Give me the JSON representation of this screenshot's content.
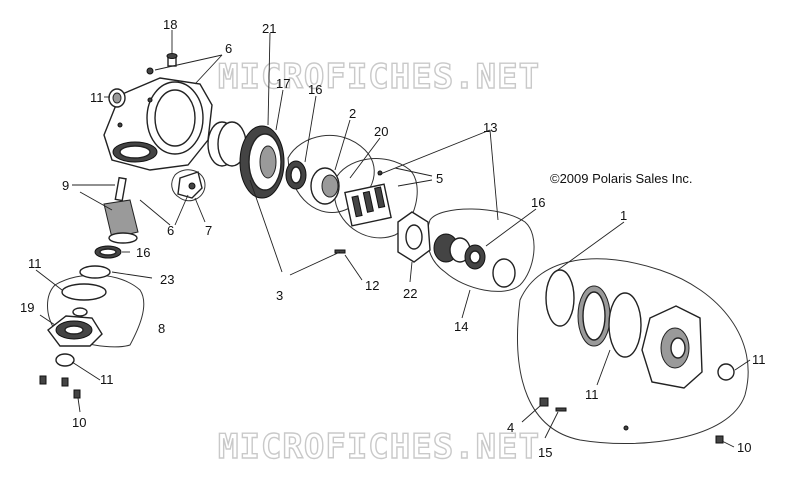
{
  "copyright": "©2009 Polaris Sales Inc.",
  "watermark": "MICROFICHES.NET",
  "callouts": [
    "18",
    "6",
    "21",
    "11",
    "17",
    "16",
    "2",
    "20",
    "13",
    "5",
    "9",
    "6",
    "7",
    "16",
    "1",
    "11",
    "16",
    "23",
    "3",
    "12",
    "22",
    "14",
    "19",
    "8",
    "11",
    "11",
    "10",
    "4",
    "15",
    "10",
    "11"
  ]
}
